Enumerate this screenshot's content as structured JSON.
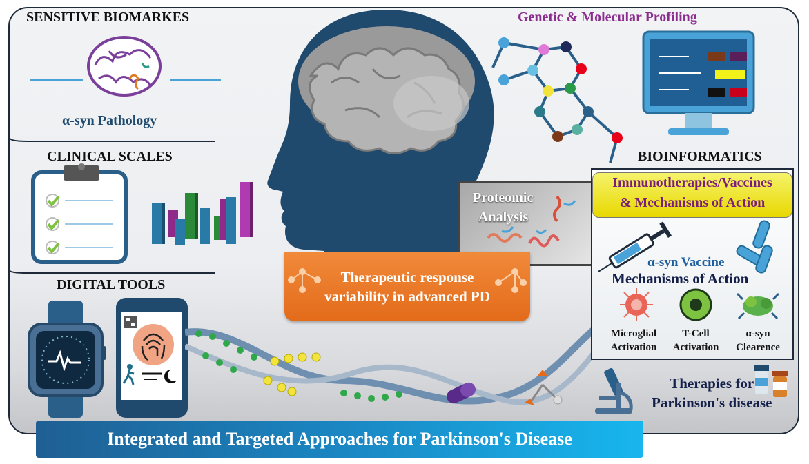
{
  "sections": {
    "biomarkers": {
      "title": "SENSITIVE BIOMARKES",
      "sublabel": "α-syn Pathology"
    },
    "clinical": {
      "title": "CLINICAL SCALES"
    },
    "digital": {
      "title": "DIGITAL TOOLS"
    },
    "genetic": {
      "title": "Genetic & Molecular Profiling"
    },
    "bioinformatics": {
      "title": "BIOINFORMATICS"
    }
  },
  "center": {
    "response_line1": "Therapeutic response",
    "response_line2": "variability in advanced PD"
  },
  "proteomic": {
    "line1": "Proteomic",
    "line2": "Analysis"
  },
  "immuno": {
    "line1": "Immunotherapies/Vaccines",
    "line2": "& Mechanisms of Action",
    "vaccine": "α-syn Vaccine",
    "moa": "Mechanisms of Action",
    "mechanisms": [
      {
        "line1": "Microglial",
        "line2": "Activation"
      },
      {
        "line1": "T-Cell",
        "line2": "Activation"
      },
      {
        "line1": "α-syn",
        "line2": "Clearence"
      }
    ]
  },
  "therapies": {
    "line1": "Therapies for",
    "line2": "Parkinson's disease"
  },
  "banner": {
    "text": "Integrated and Targeted Approaches for Parkinson's Disease"
  },
  "colors": {
    "head": "#1f4a6e",
    "orange": "#e36b1a",
    "banner": "#1a86c2",
    "purple": "#8b2d8f",
    "yellow": "#e8d800"
  }
}
